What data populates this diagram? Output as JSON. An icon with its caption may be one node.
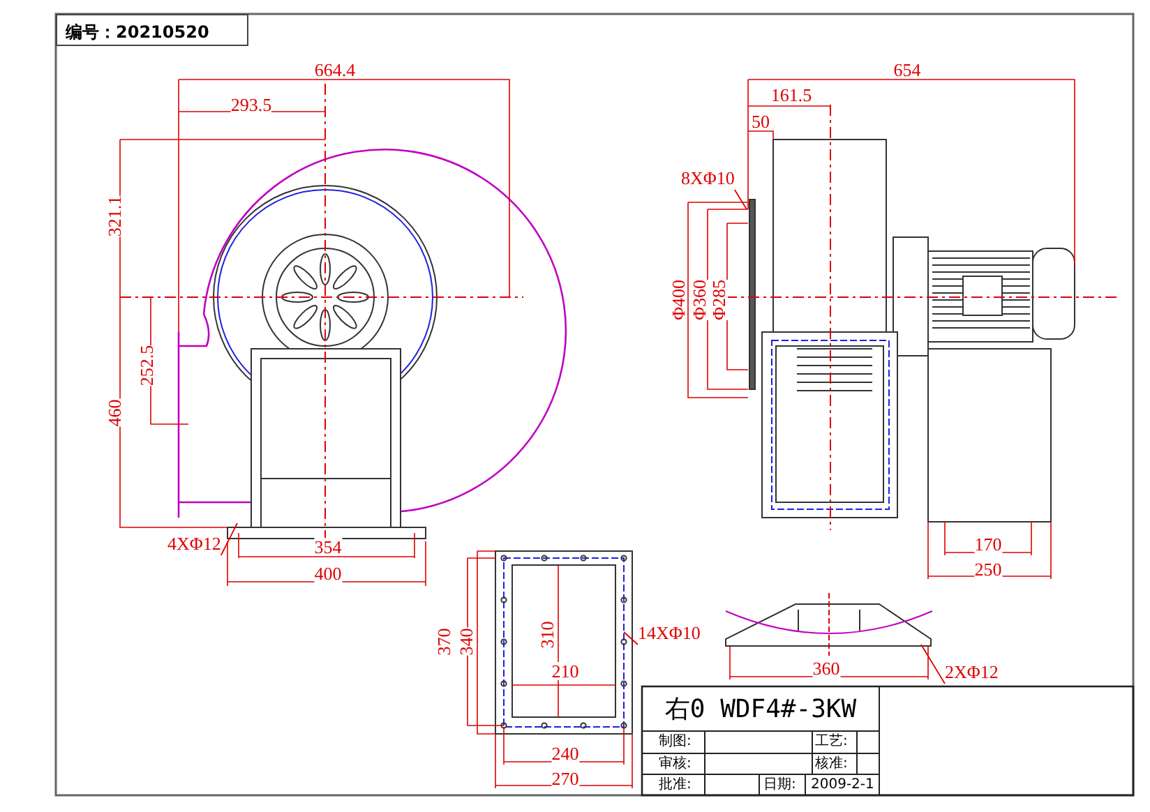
{
  "diagram": {
    "nodes": [
      {
        "text": [
          "编号：20210520"
        ]
      },
      {
        "text": [
          "4XΦ12"
        ]
      },
      {
        "text": [
          "8XΦ10"
        ]
      },
      {
        "text": [
          "14XΦ10"
        ]
      },
      {
        "text": [
          "2XΦ12"
        ]
      }
    ],
    "edges": [
      {
        "from": 1,
        "to": null,
        "arrow": "none"
      },
      {
        "from": 2,
        "to": null,
        "arrow": "none"
      },
      {
        "from": 3,
        "to": null,
        "arrow": "none"
      },
      {
        "from": 4,
        "to": null,
        "arrow": "none"
      }
    ],
    "labels": [
      "664.4",
      "654",
      "293.5",
      "161.5",
      "50",
      "321.1",
      "252.5",
      "460",
      "Φ400",
      "Φ360",
      "Φ285",
      "354",
      "400",
      "170",
      "250",
      "370",
      "340",
      "310",
      "210",
      "360",
      "240",
      "270",
      "右0 WDF4#-3KW",
      "制图:",
      "工艺:",
      "审核:",
      "核准:",
      "批准:",
      "日期:",
      "2009-2-1"
    ]
  }
}
